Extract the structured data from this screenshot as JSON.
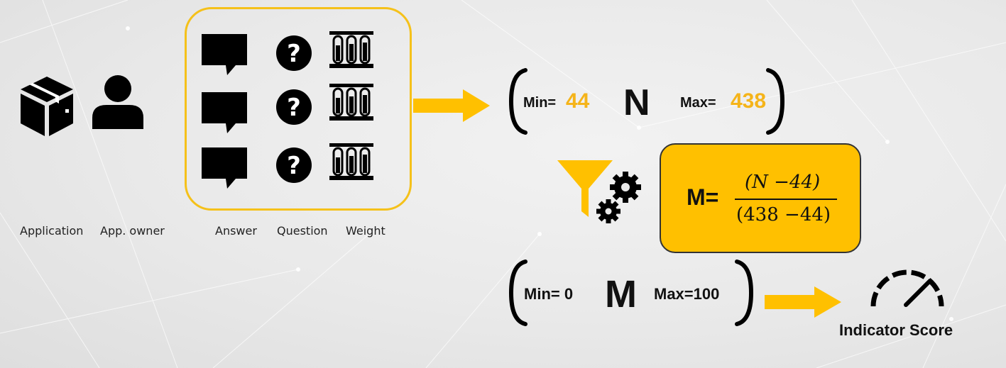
{
  "colors": {
    "accent": "#F5C11A",
    "formula_bg": "#FFC000",
    "value": "#F5B41A",
    "ink": "#111111"
  },
  "actors": {
    "application": {
      "icon": "package-box-icon",
      "label": "Application"
    },
    "app_owner": {
      "icon": "user-icon",
      "label": "App. owner"
    }
  },
  "questionnaire": {
    "columns": [
      {
        "icon": "speech-bubble-icon",
        "label": "Answer"
      },
      {
        "icon": "question-circle-icon",
        "label": "Question"
      },
      {
        "icon": "test-tubes-icon",
        "label": "Weight"
      }
    ],
    "rows": 3
  },
  "raw_range": {
    "min_label": "Min=",
    "min_value": "44",
    "var": "N",
    "max_label": "Max=",
    "max_value": "438"
  },
  "process_icon": "filter-gears-icon",
  "formula": {
    "lhs": "M=",
    "numerator": "(N −44)",
    "denominator": "(438 −44)"
  },
  "scaled_range": {
    "min_text": "Min= 0",
    "var": "M",
    "max_text": "Max=100"
  },
  "output": {
    "icon": "speedometer-icon",
    "label": "Indicator Score"
  }
}
